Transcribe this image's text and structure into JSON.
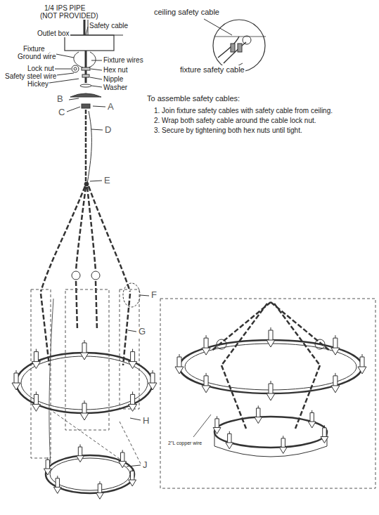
{
  "diagram": {
    "labels": [
      "1/4 IPS PIPE",
      "(NOT PROVIDED)",
      "Safety cable",
      "Outlet box",
      "Fixture",
      "Ground wire",
      "Fixture wires",
      "Lock nut",
      "Hex nut",
      "Safety steel wire",
      "Nipple",
      "Hickey",
      "Washer",
      "B",
      "A",
      "C",
      "D",
      "E",
      "F",
      "G",
      "H",
      "J",
      "ceiling safety cable",
      "fixture safety cable",
      "To assemble safety cables:",
      "1. Join fixture safety cables with safety cable from ceiling.",
      "2. Wrap both safety cable around the cable lock nut.",
      "3. Secure by tightening both hex nuts until tight.",
      "2\"L copper wire"
    ]
  }
}
